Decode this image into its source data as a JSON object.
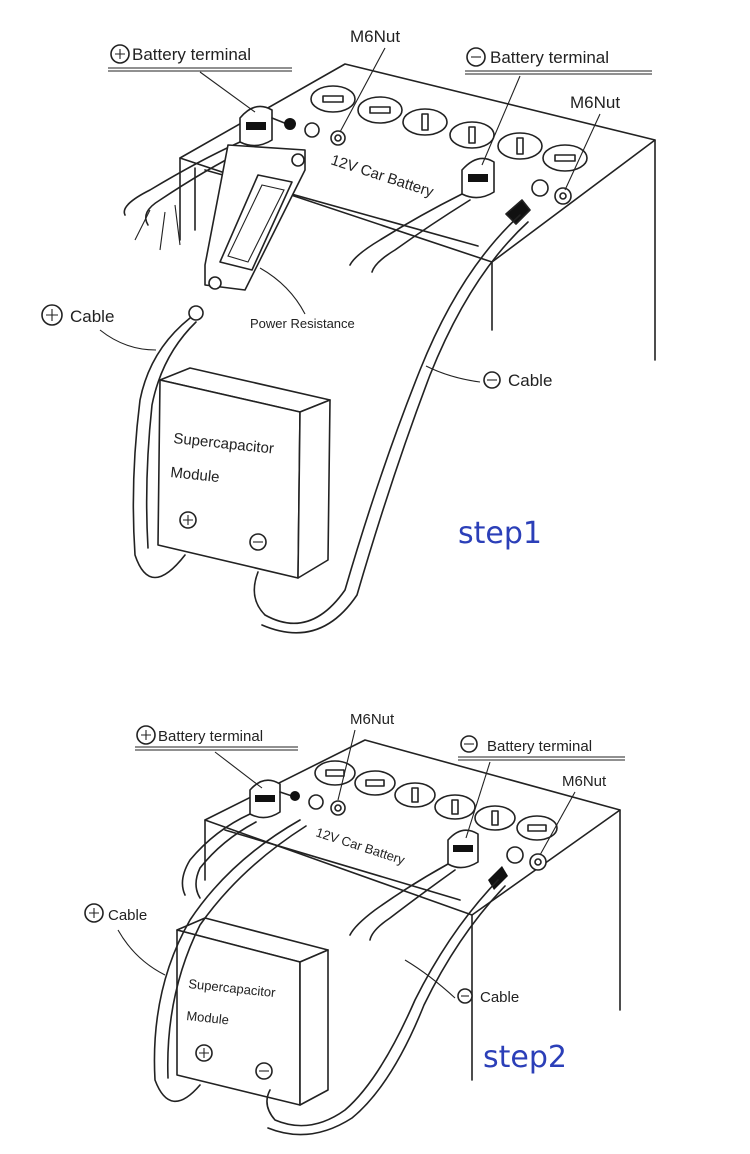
{
  "colors": {
    "step_label": "#2b3fb8",
    "ink": "#222222"
  },
  "step1": {
    "pos_terminal_label": "Battery terminal",
    "neg_terminal_label": "Battery  terminal",
    "m6nut_left": "M6Nut",
    "m6nut_right": "M6Nut",
    "battery_label": "12V  Car Battery",
    "power_resistance": "Power Resistance",
    "pos_cable": "Cable",
    "neg_cable": "Cable",
    "module_line1": "Supercapacitor",
    "module_line2": "Module",
    "step_label": "step1"
  },
  "step2": {
    "pos_terminal_label": "Battery terminal",
    "neg_terminal_label": "Battery terminal",
    "m6nut_left": "M6Nut",
    "m6nut_right": "M6Nut",
    "battery_label": "12V  Car Battery",
    "pos_cable": "Cable",
    "neg_cable": "Cable",
    "module_line1": "Supercapacitor",
    "module_line2": "Module",
    "step_label": "step2"
  }
}
